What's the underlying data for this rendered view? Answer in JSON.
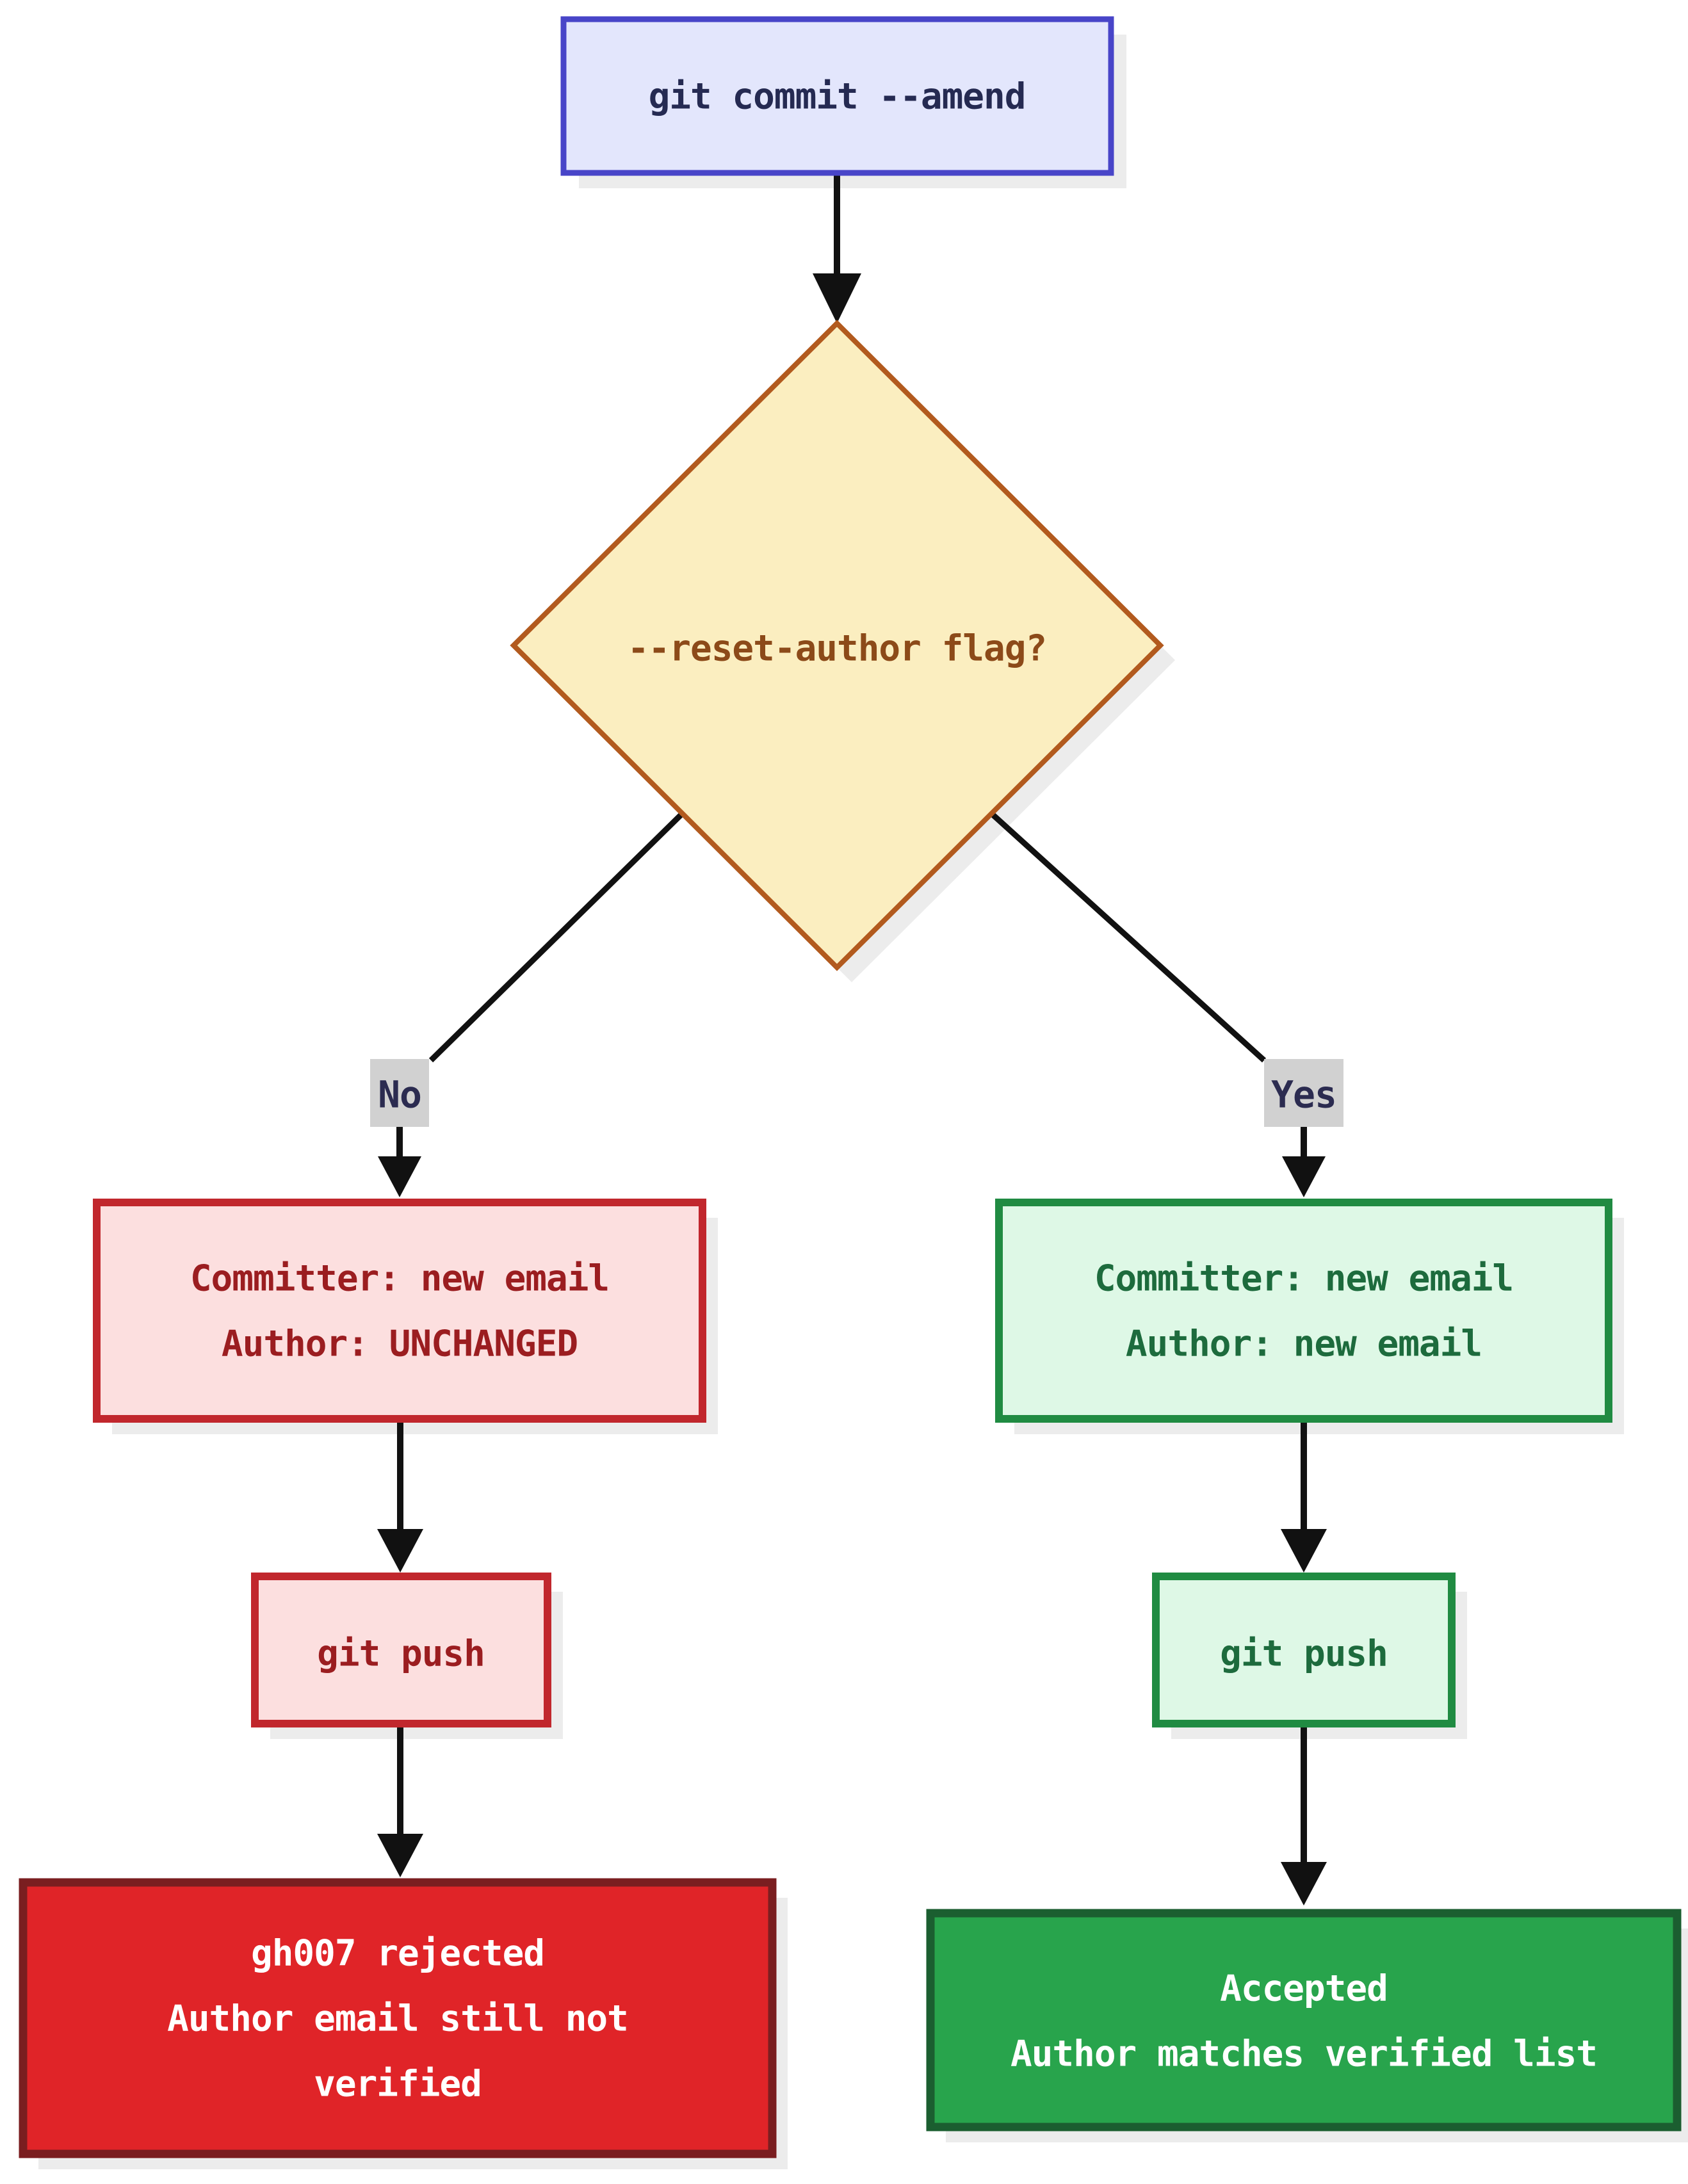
{
  "diagram": {
    "background": "#ffffff",
    "arrow_color": "#111111",
    "shadow_color": "#ececec",
    "edge_labels": {
      "no": {
        "text": "No",
        "bg": "#d1d1d1",
        "color": "#2b2b50"
      },
      "yes": {
        "text": "Yes",
        "bg": "#d1d1d1",
        "color": "#2b2b50"
      }
    },
    "nodes": {
      "amend": {
        "label": "git commit --amend",
        "fill": "#e3e6fc",
        "stroke": "#4845c8",
        "color": "#252a52"
      },
      "decision": {
        "label": "--reset-author flag?",
        "fill": "#fbeec0",
        "stroke": "#b25a1e",
        "color": "#8c4a19"
      },
      "result_no": {
        "lines": [
          "Committer: new email",
          "Author: UNCHANGED"
        ],
        "fill": "#fcdfdf",
        "stroke": "#c1272d",
        "color": "#9b1d20"
      },
      "result_yes": {
        "lines": [
          "Committer: new email",
          "Author: new email"
        ],
        "fill": "#def8e6",
        "stroke": "#208b42",
        "color": "#1d6b3d"
      },
      "push_no": {
        "label": "git push",
        "fill": "#fcdfdf",
        "stroke": "#c1272d",
        "color": "#9b1d20"
      },
      "push_yes": {
        "label": "git push",
        "fill": "#def8e6",
        "stroke": "#208b42",
        "color": "#1d6b3d"
      },
      "rejected": {
        "lines": [
          "gh007 rejected",
          "Author email still not",
          "verified"
        ],
        "fill": "#e02428",
        "stroke": "#7a1e20",
        "color": "#ffffff"
      },
      "accepted": {
        "lines": [
          "Accepted",
          "Author matches verified list"
        ],
        "fill": "#28a44c",
        "stroke": "#1b5e30",
        "color": "#ffffff"
      }
    }
  }
}
